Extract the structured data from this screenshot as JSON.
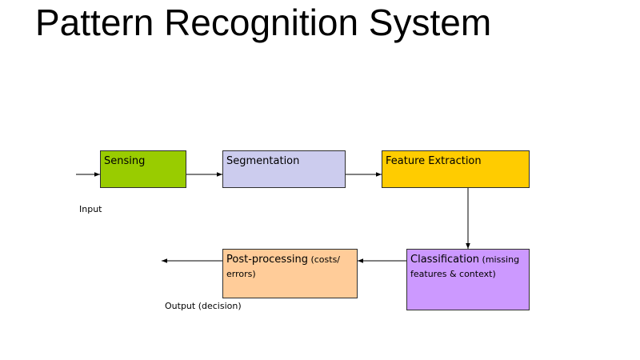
{
  "slide": {
    "title": "Pattern Recognition System"
  },
  "colors": {
    "sensing": "#99cc00",
    "segmentation": "#ccccee",
    "feature_extraction": "#ffcc00",
    "classification": "#cc99ff",
    "post_processing": "#ffcc99",
    "border": "#2f2f2f",
    "arrow": "#000000"
  },
  "diagram": {
    "sensing": {
      "label": "Sensing"
    },
    "segmentation": {
      "label": "Segmentation"
    },
    "feature_extraction": {
      "label": "Feature Extraction"
    },
    "classification": {
      "label": "Classification",
      "note": " (missing features & context)"
    },
    "post_processing": {
      "label": "Post-processing",
      "note": " (costs/ errors)"
    },
    "input_label": "Input",
    "output_label": "Output (decision)"
  }
}
